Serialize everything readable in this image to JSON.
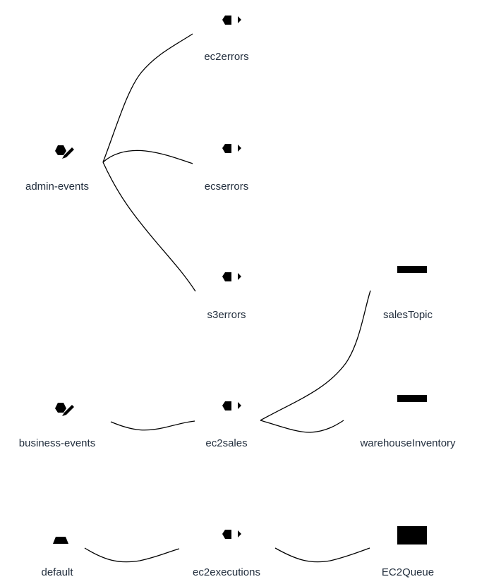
{
  "accent_color": "#b0084d",
  "edge_color": "#000000",
  "nodes": {
    "admin_events": {
      "label": "admin-events",
      "icon": "event-bus-edit-icon"
    },
    "business_events": {
      "label": "business-events",
      "icon": "event-bus-edit-icon"
    },
    "default_bus": {
      "label": "default",
      "icon": "default-event-bus-icon"
    },
    "ec2errors": {
      "label": "ec2errors",
      "icon": "eventbridge-rule-icon"
    },
    "ecserrors": {
      "label": "ecserrors",
      "icon": "eventbridge-rule-icon"
    },
    "s3errors": {
      "label": "s3errors",
      "icon": "eventbridge-rule-icon"
    },
    "ec2sales": {
      "label": "ec2sales",
      "icon": "eventbridge-rule-icon"
    },
    "ec2executions": {
      "label": "ec2executions",
      "icon": "eventbridge-rule-icon"
    },
    "salesTopic": {
      "label": "salesTopic",
      "icon": "sns-topic-table-icon"
    },
    "warehouseInventory": {
      "label": "warehouseInventory",
      "icon": "sns-topic-table-icon"
    },
    "EC2Queue": {
      "label": "EC2Queue",
      "icon": "sqs-queue-icon"
    }
  },
  "edges": [
    {
      "from": "admin-events",
      "to": "ec2errors"
    },
    {
      "from": "admin-events",
      "to": "ecserrors"
    },
    {
      "from": "admin-events",
      "to": "s3errors"
    },
    {
      "from": "business-events",
      "to": "ec2sales"
    },
    {
      "from": "ec2sales",
      "to": "salesTopic"
    },
    {
      "from": "ec2sales",
      "to": "warehouseInventory"
    },
    {
      "from": "default",
      "to": "ec2executions"
    },
    {
      "from": "ec2executions",
      "to": "EC2Queue"
    }
  ]
}
